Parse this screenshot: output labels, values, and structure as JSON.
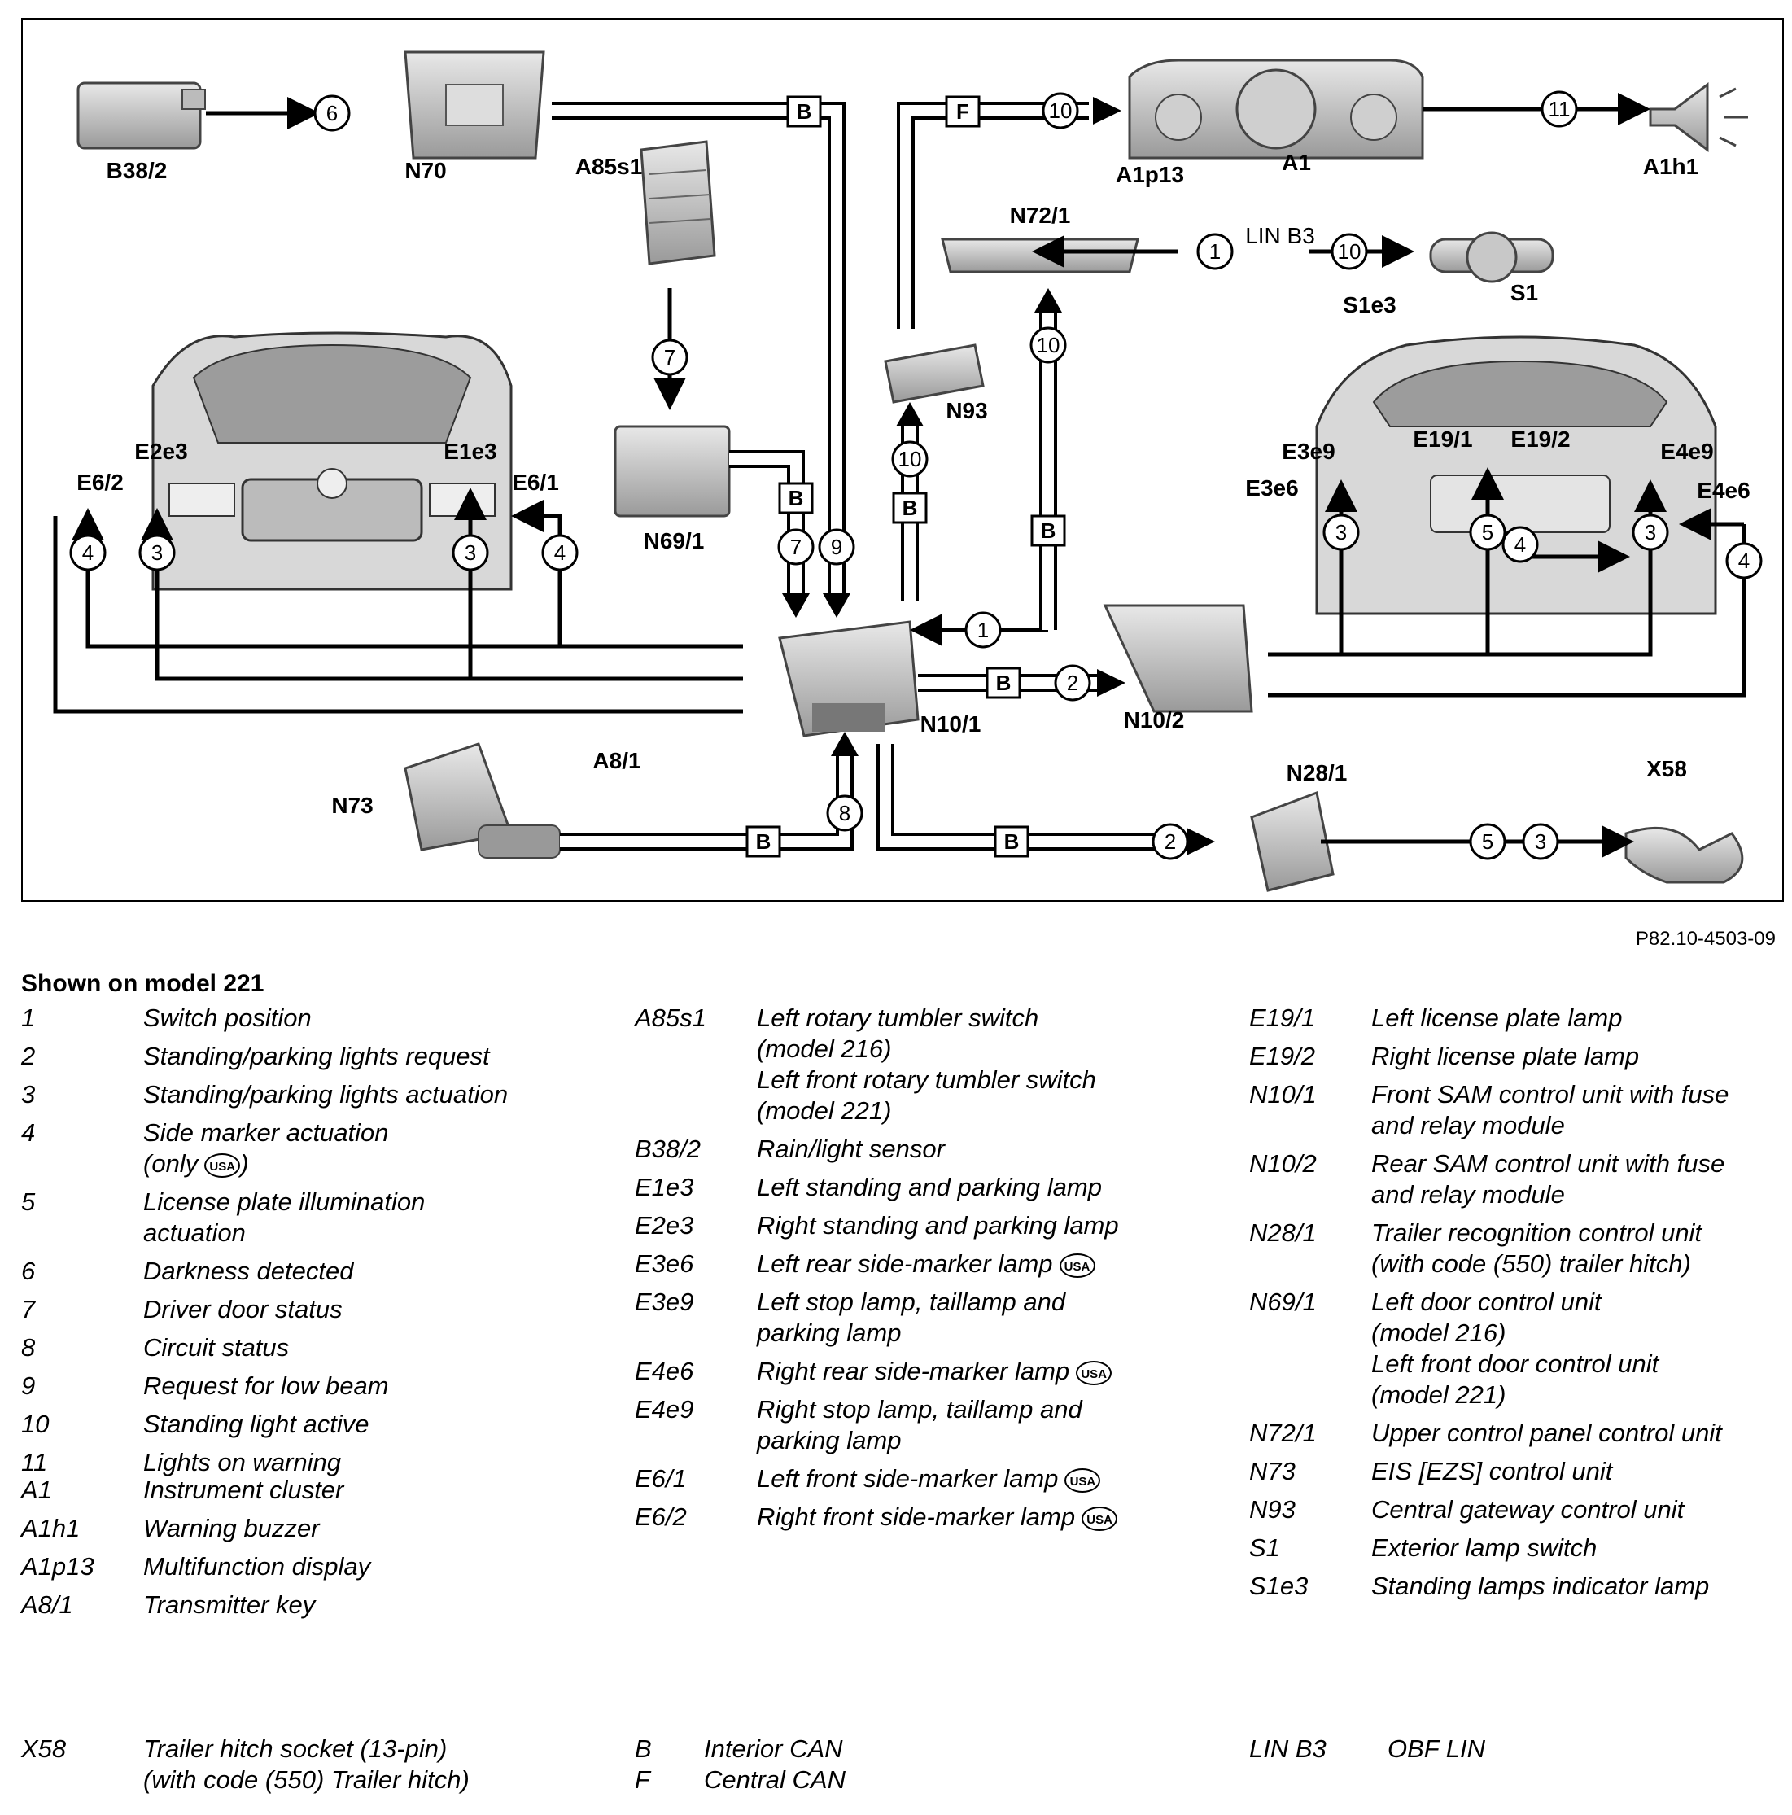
{
  "diagram": {
    "labels": {
      "b38_2": "B38/2",
      "n70": "N70",
      "a85s1": "A85s1",
      "a1p13": "A1p13",
      "a1": "A1",
      "a1h1": "A1h1",
      "n72_1": "N72/1",
      "lin_b3": "LIN B3",
      "s1e3": "S1e3",
      "s1": "S1",
      "n93": "N93",
      "e2e3": "E2e3",
      "e1e3": "E1e3",
      "e6_2": "E6/2",
      "e6_1": "E6/1",
      "n69_1": "N69/1",
      "e3e9": "E3e9",
      "e19_1": "E19/1",
      "e19_2": "E19/2",
      "e4e9": "E4e9",
      "e3e6": "E3e6",
      "e4e6": "E4e6",
      "n10_1": "N10/1",
      "n10_2": "N10/2",
      "n73": "N73",
      "a8_1": "A8/1",
      "n28_1": "N28/1",
      "x58": "X58"
    },
    "bus": {
      "b": "B",
      "f": "F"
    },
    "circles": {
      "c6": "6",
      "c10a": "10",
      "c11": "11",
      "c1a": "1",
      "c10b": "10",
      "c7": "7",
      "c10c": "10",
      "c10d": "10",
      "c4a": "4",
      "c3a": "3",
      "c3b": "3",
      "c4b": "4",
      "c7b": "7",
      "c9": "9",
      "c1b": "1",
      "c2a": "2",
      "c4c": "4",
      "c3c": "3",
      "c5a": "5",
      "c3d": "3",
      "c4d": "4",
      "c8": "8",
      "c2b": "2",
      "c5b": "5",
      "c3e": "3"
    },
    "usa_badge": "USA"
  },
  "reference": "P82.10-4503-09",
  "legend": {
    "heading": "Shown on model 221",
    "col1": [
      {
        "code": "1",
        "desc": "Switch position"
      },
      {
        "code": "2",
        "desc": "Standing/parking lights request"
      },
      {
        "code": "3",
        "desc": "Standing/parking lights actuation"
      },
      {
        "code": "4",
        "desc": "Side marker actuation\n(only",
        "desc_tail": ")",
        "usa": true
      },
      {
        "code": "5",
        "desc": "License plate illumination\nactuation"
      },
      {
        "code": "6",
        "desc": "Darkness detected"
      },
      {
        "code": "7",
        "desc": "Driver door status"
      },
      {
        "code": "8",
        "desc": "Circuit status"
      },
      {
        "code": "9",
        "desc": "Request for low beam"
      },
      {
        "code": "10",
        "desc": "Standing light active"
      },
      {
        "code": "11",
        "desc": "Lights on warning"
      }
    ],
    "col1b": [
      {
        "code": "A1",
        "desc": "Instrument cluster"
      },
      {
        "code": "A1h1",
        "desc": "Warning buzzer"
      },
      {
        "code": "A1p13",
        "desc": "Multifunction display"
      },
      {
        "code": "A8/1",
        "desc": "Transmitter key"
      }
    ],
    "col2": [
      {
        "code": "A85s1",
        "desc": "Left rotary tumbler switch\n(model 216)\nLeft front rotary tumbler switch\n(model 221)"
      },
      {
        "code": "B38/2",
        "desc": "Rain/light sensor"
      },
      {
        "code": "E1e3",
        "desc": "Left standing and parking lamp"
      },
      {
        "code": "E2e3",
        "desc": "Right standing and parking lamp"
      },
      {
        "code": "E3e6",
        "desc": "Left rear side-marker lamp",
        "usa": true
      },
      {
        "code": "E3e9",
        "desc": "Left stop lamp, taillamp and\nparking lamp"
      },
      {
        "code": "E4e6",
        "desc": "Right rear side-marker lamp",
        "usa": true
      },
      {
        "code": "E4e9",
        "desc": "Right stop lamp, taillamp and\nparking lamp"
      },
      {
        "code": "E6/1",
        "desc": "Left front side-marker lamp",
        "usa": true
      },
      {
        "code": "E6/2",
        "desc": "Right front side-marker lamp",
        "usa": true
      }
    ],
    "col3": [
      {
        "code": "E19/1",
        "desc": "Left license plate lamp"
      },
      {
        "code": "E19/2",
        "desc": "Right license plate lamp"
      },
      {
        "code": "N10/1",
        "desc": "Front SAM control unit with fuse\nand relay module"
      },
      {
        "code": "N10/2",
        "desc": "Rear SAM control unit with fuse\nand relay module"
      },
      {
        "code": "N28/1",
        "desc": "Trailer recognition control unit\n(with code (550) trailer hitch)"
      },
      {
        "code": "N69/1",
        "desc": "Left door control unit\n(model 216)\nLeft front door control unit\n(model 221)"
      },
      {
        "code": "N72/1",
        "desc": "Upper control panel control unit"
      },
      {
        "code": "N73",
        "desc": "EIS [EZS] control unit"
      },
      {
        "code": "N93",
        "desc": "Central gateway control unit"
      },
      {
        "code": "S1",
        "desc": "Exterior lamp switch"
      },
      {
        "code": "S1e3",
        "desc": "Standing lamps indicator lamp"
      }
    ],
    "bottom": {
      "x58_code": "X58",
      "x58_desc": "Trailer hitch socket (13-pin)\n(with code (550) Trailer hitch)",
      "b_code": "B",
      "b_desc": "Interior CAN",
      "f_code": "F",
      "f_desc": "Central CAN",
      "lin_code": "LIN B3",
      "lin_desc": "OBF LIN"
    }
  }
}
